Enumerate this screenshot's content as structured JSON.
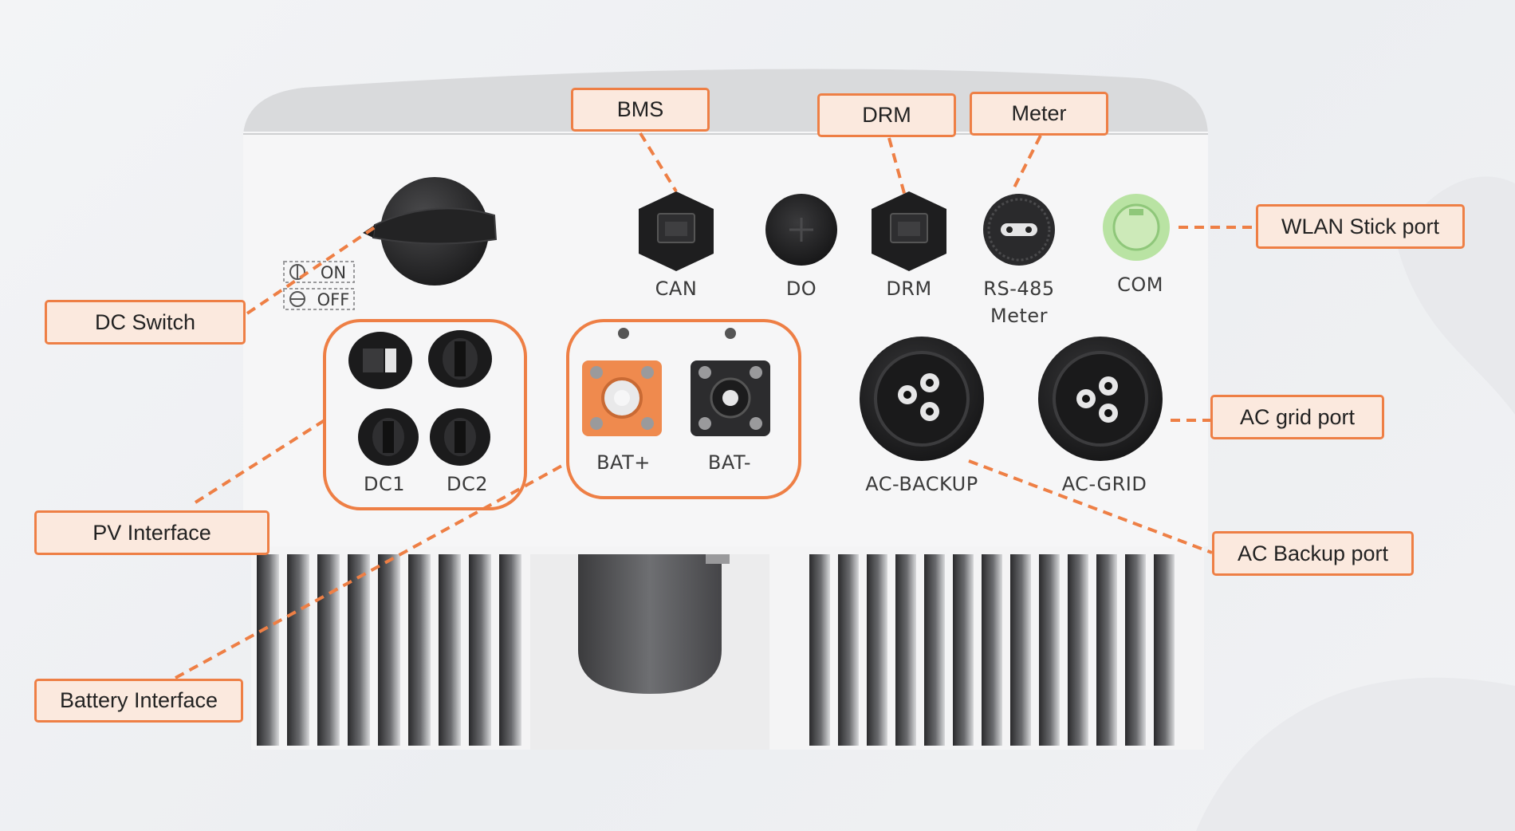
{
  "callouts": {
    "bms": "BMS",
    "drm": "DRM",
    "meter": "Meter",
    "wlan": "WLAN Stick port",
    "dc_switch": "DC Switch",
    "pv": "PV Interface",
    "battery": "Battery Interface",
    "ac_grid": "AC grid port",
    "ac_backup": "AC Backup port"
  },
  "panel_labels": {
    "switch_on": "ON",
    "switch_off": "OFF",
    "can": "CAN",
    "do": "DO",
    "drm": "DRM",
    "rs485_line1": "RS-485",
    "rs485_line2": "Meter",
    "com": "COM",
    "dc1": "DC1",
    "dc2": "DC2",
    "bat_plus": "BAT+",
    "bat_minus": "BAT-",
    "ac_backup": "AC-BACKUP",
    "ac_grid": "AC-GRID"
  },
  "colors": {
    "accent": "#ee7f45",
    "callout_fill": "#fbe9de",
    "com_port": "#b9e3a3",
    "bat_plus": "#ef8a4e"
  }
}
